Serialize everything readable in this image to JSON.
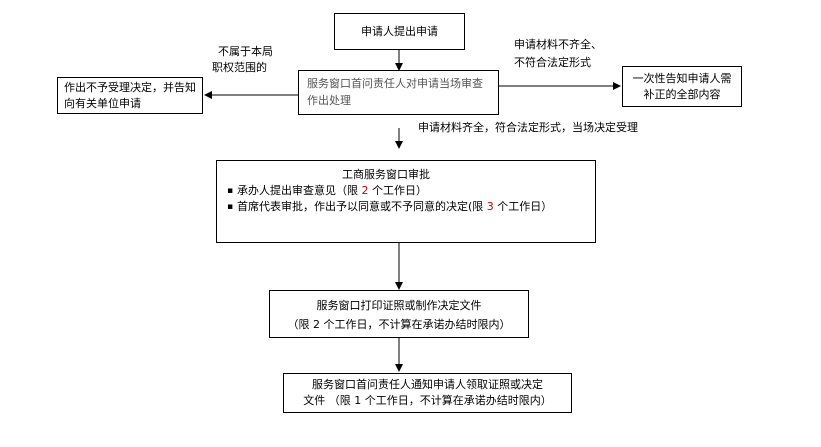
{
  "nodes": {
    "apply": "申请人提出申请",
    "window_review": "服务窗口首问责任人对申请当场审查作出处理",
    "reject": "作出不予受理决定，并告知向有关单位申请",
    "notify_supplement": "一次性告知申请人需补正的全部内容",
    "approval": {
      "title": "工商服务窗口审批",
      "item1_pre": "承办人提出审查意见（限 ",
      "item1_num": "2",
      "item1_post": " 个工作日）",
      "item2_pre": "首席代表审批，作出予以同意或不予同意的决定(限 ",
      "item2_num": "3",
      "item2_post": " 个工作日）"
    },
    "print": {
      "line1": "服务窗口打印证照或制作决定文件",
      "line2": "（限 2 个工作日，不计算在承诺办结时限内）"
    },
    "final": {
      "line1": "服务窗口首问责任人通知申请人领取证照或决定",
      "line2": "文件 （限 1 个工作日，不计算在承诺办结时限内）"
    }
  },
  "edges": {
    "not_in_scope_line1": "不属于本局",
    "not_in_scope_line2": "职权范围的",
    "incomplete_line1": "申请材料不齐全、",
    "incomplete_line2": "不符合法定形式",
    "complete": "申请材料齐全，符合法定形式，当场决定受理"
  },
  "colors": {
    "line": "#000000",
    "highlight_number": "#cc0000",
    "muted_text": "#555555"
  }
}
